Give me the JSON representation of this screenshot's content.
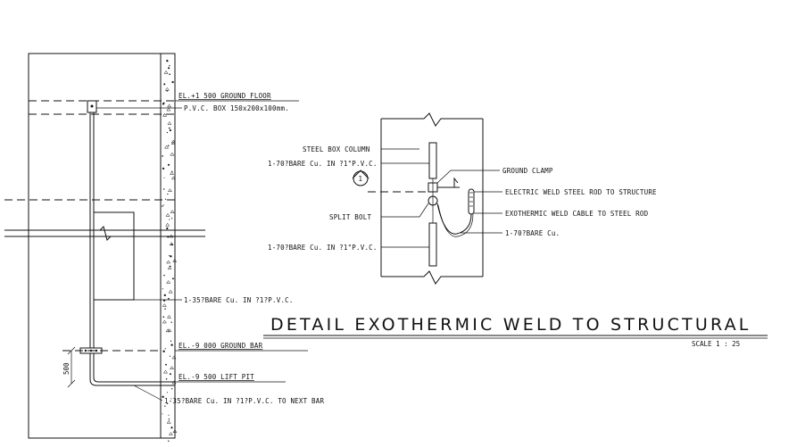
{
  "left_section": {
    "labels": {
      "ground_floor": "EL.+1 500 GROUND FLOOR",
      "pvc_box": "P.V.C. BOX 150x200x100mm.",
      "bare_cu_35": "1-35?BARE Cu. IN ?1?P.V.C.",
      "ground_bar": "EL.-9 000 GROUND BAR",
      "lift_pit": "EL.-9 500 LIFT PIT",
      "next_bar": "1-35?BARE Cu. IN ?1?P.V.C. TO NEXT BAR"
    },
    "dimension": "500"
  },
  "right_section": {
    "labels": {
      "steel_box_column": "STEEL BOX COLUMN",
      "bare_cu_70_top": "1-70?BARE Cu. IN ?1\"P.V.C.",
      "ground_clamp": "GROUND CLAMP",
      "electric_weld": "ELECTRIC WELD STEEL ROD TO STRUCTURE",
      "split_bolt": "SPLIT BOLT",
      "exothermic_weld": "EXOTHERMIC WELD CABLE TO STEEL ROD",
      "bare_cu_70": "1-70?BARE Cu.",
      "bare_cu_70_bottom": "1-70?BARE Cu. IN ?1\"P.V.C."
    },
    "callout_number": "1"
  },
  "title_block": {
    "title": "DETAIL EXOTHERMIC WELD TO STRUCTURAL",
    "scale": "SCALE 1 : 25"
  }
}
